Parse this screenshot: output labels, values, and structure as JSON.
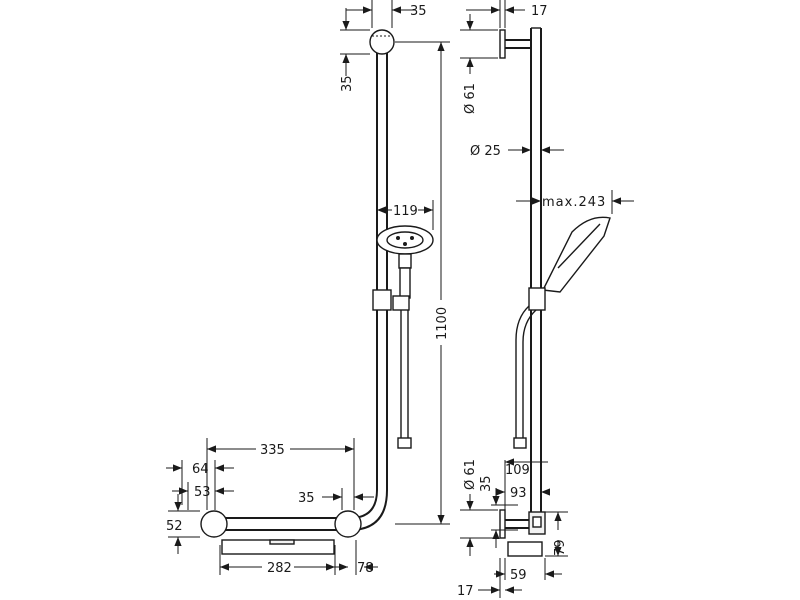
{
  "colors": {
    "line": "#1a1a1a",
    "background": "#ffffff"
  },
  "front": {
    "d_top_h": "35",
    "d_top_v": "35",
    "d_head": "119",
    "d_height": "1100",
    "d_bar_len": "335",
    "d_64": "64",
    "d_53": "53",
    "d_35": "35",
    "d_52": "52",
    "d_282": "282",
    "d_78": "78"
  },
  "side": {
    "d_17_top": "17",
    "d_61_top": "Ø 61",
    "d_25": "Ø 25",
    "d_max": "max.243",
    "d_61_bot": "Ø 61",
    "d_35": "35",
    "d_109": "109",
    "d_93": "93",
    "d_79": "79",
    "d_59": "59",
    "d_17_bot": "17"
  }
}
